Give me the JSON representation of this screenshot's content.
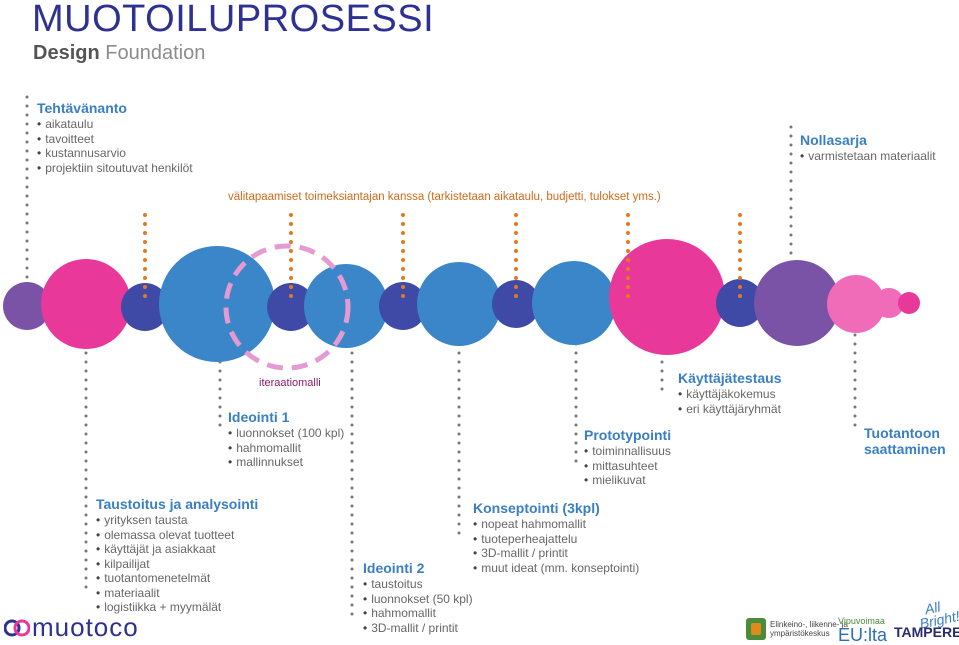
{
  "title": "MUOTOILUPROSESSI",
  "subtitle": {
    "part1": "Design",
    "part2": "Foundation"
  },
  "note": "välitapaamiset toimeksiantajan kanssa (tarkistetaan aikataulu, budjetti, tulokset yms.)",
  "iteration_label": "iteraatiomalli",
  "colors": {
    "title": "#2e3192",
    "heading": "#3a7fc1",
    "magenta": "#e8399b",
    "blue": "#3a86c8",
    "purple": "#7b53a6",
    "orange": "#e07b22",
    "gray_dots": "#777777"
  },
  "blocks": [
    {
      "id": "tehtavananto",
      "title": "Tehtävänanto",
      "items": [
        "aikataulu",
        "tavoitteet",
        "kustannusarvio",
        "projektiin sitoutuvat henkilöt"
      ]
    },
    {
      "id": "nollasarja",
      "title": "Nollasarja",
      "items": [
        "varmistetaan materiaalit"
      ]
    },
    {
      "id": "ideointi1",
      "title": "Ideointi 1",
      "items": [
        "luonnokset (100 kpl)",
        "hahmomallit",
        "mallinnukset"
      ]
    },
    {
      "id": "kayttajatestaus",
      "title": "Käyttäjätestaus",
      "items": [
        "käyttäjäkokemus",
        "eri käyttäjäryhmät"
      ]
    },
    {
      "id": "prototypointi",
      "title": "Prototypointi",
      "items": [
        "toiminnallisuus",
        "mittasuhteet",
        "mielikuvat"
      ]
    },
    {
      "id": "tuotantoon",
      "title": "Tuotantoon saattaminen",
      "items": []
    },
    {
      "id": "taustoitus",
      "title": "Taustoitus ja analysointi",
      "items": [
        "yrityksen tausta",
        "olemassa olevat tuotteet",
        "käyttäjät ja asiakkaat",
        "kilpailijat",
        "tuotantomenetelmät",
        "materiaalit",
        "logistiikka + myymälät"
      ]
    },
    {
      "id": "konseptointi",
      "title": "Konseptointi (3kpl)",
      "items": [
        "nopeat hahmomallit",
        "tuoteperheajattelu",
        "3D-mallit / printit",
        "muut ideat (mm. konseptointi)"
      ]
    },
    {
      "id": "ideointi2",
      "title": "Ideointi 2",
      "items": [
        "taustoitus",
        "luonnokset (50 kpl)",
        "hahmomallit",
        "3D-mallit / printit"
      ]
    }
  ],
  "logos": {
    "muotoco": "muotoco",
    "ely": [
      "Elinkeino-, liikenne- ja",
      "ympäristökeskus"
    ],
    "eu_small": "Vipuvoimaa",
    "eu_big": "EU:lta",
    "allbright": [
      "All",
      "Bright!"
    ],
    "tampere": "TAMPERE"
  }
}
